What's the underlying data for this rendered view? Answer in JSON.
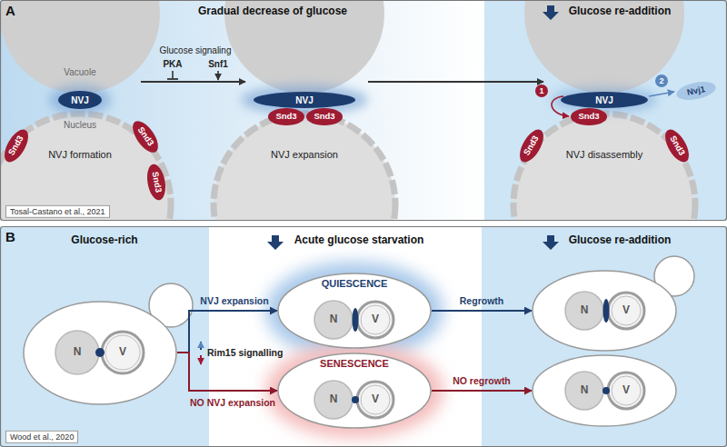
{
  "diagram": {
    "nodes": [
      {
        "text": [
          "NVJ"
        ]
      },
      {
        "text": [
          "Snd3"
        ]
      },
      {
        "text": [
          "Snd3"
        ]
      },
      {
        "text": [
          "Snd3"
        ]
      },
      {
        "text": [
          "NVJ"
        ]
      },
      {
        "text": [
          "Snd3"
        ]
      },
      {
        "text": [
          "Snd3"
        ]
      },
      {
        "text": [
          "NVJ"
        ]
      },
      {
        "text": [
          "Snd3"
        ]
      },
      {
        "text": [
          "Nvj1"
        ]
      },
      {
        "text": [
          "Snd3"
        ]
      },
      {
        "text": [
          "Snd3"
        ]
      },
      {
        "text": []
      },
      {
        "text": [
          "N"
        ],
        "in": 12
      },
      {
        "text": [
          "V"
        ],
        "in": 12
      },
      {
        "text": [
          "QUIESCENCE"
        ]
      },
      {
        "text": [
          "N"
        ],
        "in": 15
      },
      {
        "text": [
          "V"
        ],
        "in": 15
      },
      {
        "text": [
          "SENESCENCE"
        ]
      },
      {
        "text": [
          "N"
        ],
        "in": 18
      },
      {
        "text": [
          "V"
        ],
        "in": 18
      },
      {
        "text": []
      },
      {
        "text": [
          "N"
        ],
        "in": 21
      },
      {
        "text": [
          "V"
        ],
        "in": 21
      },
      {
        "text": []
      },
      {
        "text": [
          "N"
        ],
        "in": 24
      },
      {
        "text": [
          "V"
        ],
        "in": 24
      }
    ],
    "edges": [
      {
        "from": 12,
        "to": 15,
        "label": "NVJ expansion",
        "arrow": "to"
      },
      {
        "from": 12,
        "to": 18,
        "label": "NO NVJ expansion",
        "arrow": "to"
      },
      {
        "from": 15,
        "to": 21,
        "label": "Regrowth",
        "arrow": "to"
      },
      {
        "from": 18,
        "to": 24,
        "label": "NO regrowth",
        "arrow": "to"
      }
    ],
    "labels": [
      "A",
      "Gradual decrease of glucose",
      "Glucose re-addition",
      "Vacuole",
      "Nucleus",
      "NVJ formation",
      "Glucose signaling",
      "PKA",
      "Snf1",
      "NVJ expansion",
      "NVJ disassembly",
      "1",
      "2",
      "Tosal-Castano et al., 2021",
      "B",
      "Glucose-rich",
      "Acute glucose starvation",
      "Glucose re-addition",
      "Rim15 signalling",
      "Wood et al., 2020"
    ]
  }
}
